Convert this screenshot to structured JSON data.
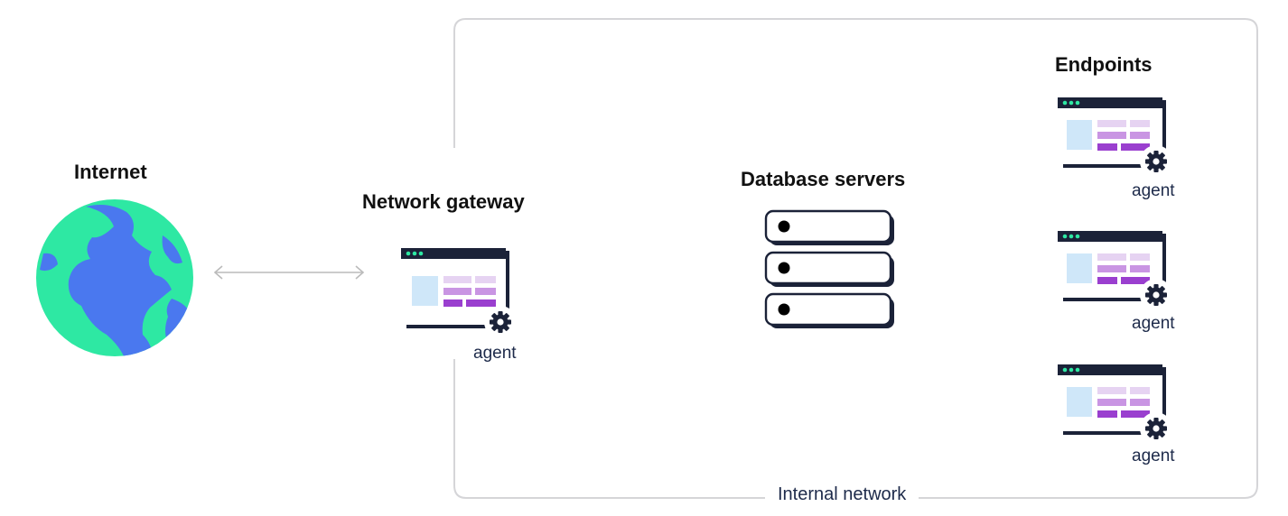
{
  "internet": {
    "title": "Internet",
    "icon": "globe-icon"
  },
  "gateway": {
    "title": "Network gateway",
    "agent_label": "agent",
    "icon": "app-window-icon"
  },
  "database": {
    "title": "Database servers",
    "icon": "server-stack-icon",
    "server_count": 3
  },
  "endpoints": {
    "title": "Endpoints",
    "items": [
      {
        "agent_label": "agent"
      },
      {
        "agent_label": "agent"
      },
      {
        "agent_label": "agent"
      }
    ]
  },
  "network": {
    "label": "Internal network"
  },
  "colors": {
    "globe_ocean": "#2ee8a3",
    "globe_land": "#4a78ef",
    "window_bar": "#1b2238",
    "window_dots": "#2ee8a3",
    "panel_light_blue": "#cfe7f9",
    "bar_light_purple": "#e6d3f2",
    "bar_mid_purple": "#c995e3",
    "bar_dark_purple": "#9a3fcf",
    "border_gray": "#d5d5d8",
    "arrow_gray": "#bbbbbb"
  }
}
